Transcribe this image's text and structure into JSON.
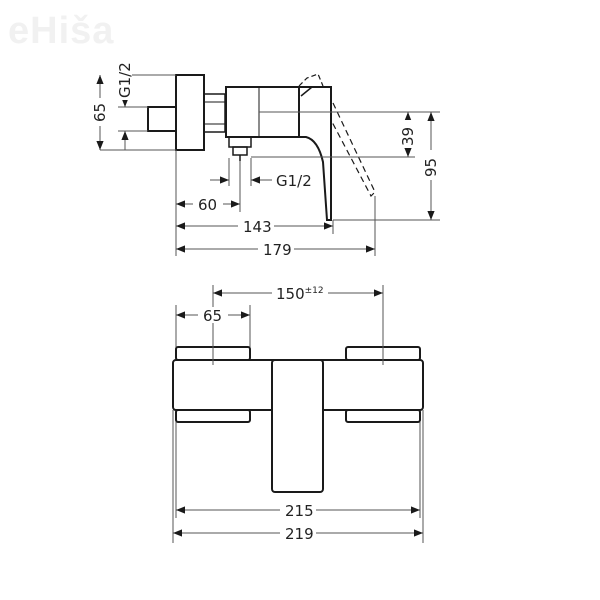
{
  "watermark": {
    "text": "eHiša"
  },
  "side_view": {
    "labels": {
      "thread_top": "G1/2",
      "height_65": "65",
      "thread_bottom": "G1/2",
      "depth_60": "60",
      "depth_143": "143",
      "depth_179": "179",
      "height_39": "39",
      "height_95": "95"
    }
  },
  "front_view": {
    "labels": {
      "centers_150": "150",
      "centers_tolerance": "±12",
      "width_65": "65",
      "width_215": "215",
      "width_219": "219"
    }
  },
  "colors": {
    "line": "#1a1a1a",
    "dim_line": "#555555"
  }
}
